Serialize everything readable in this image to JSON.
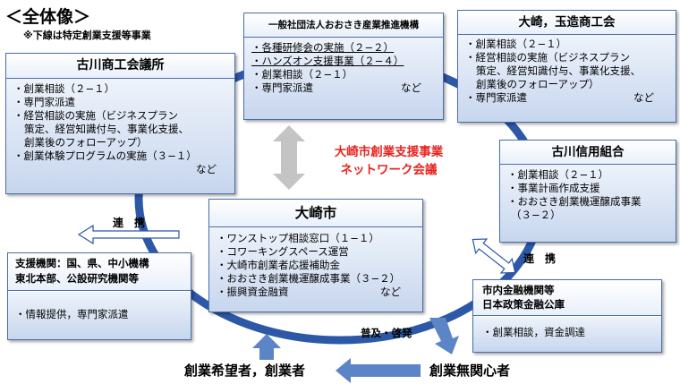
{
  "title": "＜全体像＞",
  "note": "※下線は特定創業支援等事業",
  "network": {
    "line1": "大崎市創業支援事業",
    "line2": "ネットワーク会議"
  },
  "furukawa_cci": {
    "header": "古川商工会議所",
    "items": [
      "・創業相談（２−１）",
      "・専門家派遣",
      "・経営相談の実施（ビジネスプラン",
      "策定、経営知識付与、事業化支援、",
      "創業後のフォローアップ）",
      "・創業体験プログラムの実施（３−１）"
    ],
    "nado": "など"
  },
  "osaki_promo": {
    "header": "一般社団法人おおさき産業推進機構",
    "items": [
      "・各種研修会の実施（２−２）",
      "・ハンズオン支援事業（２−４）",
      "・創業相談（２−１）",
      "・専門家派遣"
    ],
    "nado": "など"
  },
  "osaki_tamatsukuri": {
    "header": "大崎，玉造商工会",
    "items": [
      "・創業相談（２−１）",
      "・経営相談の実施（ビジネスプラン",
      "策定、経営知識付与、事業化支援、",
      "創業後のフォローアップ）",
      "・専門家派遣"
    ],
    "nado": "など"
  },
  "furukawa_shinkin": {
    "header": "古川信用組合",
    "items": [
      "・創業相談（２−１）",
      "・事業計画作成支援",
      "・おおさき創業機運醸成事業",
      "（３−２）"
    ]
  },
  "osaki_city": {
    "header": "大崎市",
    "items": [
      "・ワンストップ相談窓口（１−１）",
      "・コワーキングスペース運営",
      "・大崎市創業者応援補助金",
      "・おおさき創業機運醸成事業（３−２）",
      "・振興資金融資"
    ],
    "nado": "など"
  },
  "support_orgs": {
    "header1": "支援機関：国、県、中小機構",
    "header2": "東北本部、公設研究機関等",
    "items": [
      "・情報提供，専門家派遣"
    ]
  },
  "finance": {
    "header1": "市内金融機関等",
    "header2": "日本政策金融公庫",
    "items": [
      "・創業相談，資金調達"
    ]
  },
  "labels": {
    "renkei_left": "連　携",
    "renkei_right": "連　携",
    "fukyu": "普及・啓発",
    "kibousha": "創業希望者，創業者",
    "mukanshin": "創業無関心者"
  },
  "colors": {
    "ring": "#2d58a8",
    "arrow_fill": "#5b85c6",
    "gray_arrow": "#c4c4c4",
    "accent_red": "#e8231f"
  }
}
